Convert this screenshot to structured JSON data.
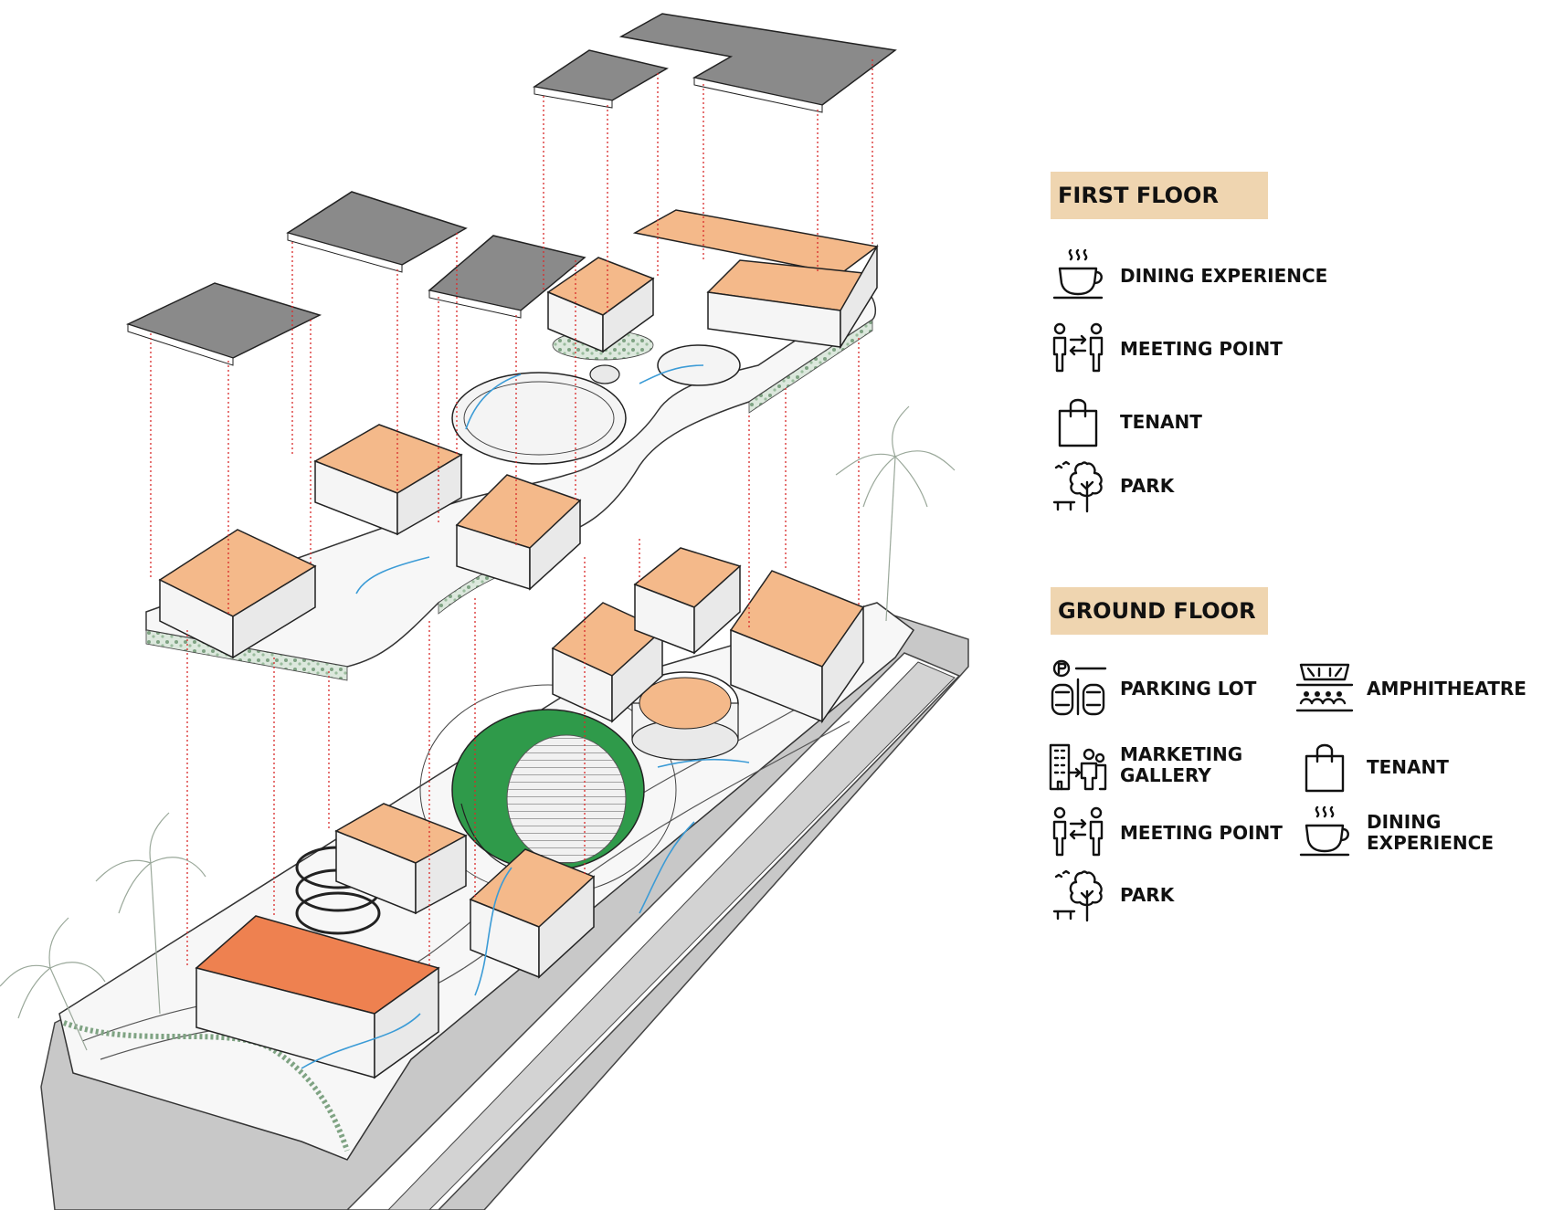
{
  "legend": {
    "first_floor": {
      "title": "FIRST FLOOR",
      "items": [
        {
          "label": "DINING EXPERIENCE",
          "icon": "coffee-cup-icon"
        },
        {
          "label": "MEETING POINT",
          "icon": "meeting-people-icon"
        },
        {
          "label": "TENANT",
          "icon": "shopping-bag-icon"
        },
        {
          "label": "PARK",
          "icon": "park-tree-bench-icon"
        }
      ]
    },
    "ground_floor": {
      "title": "GROUND FLOOR",
      "items": [
        {
          "label": "PARKING LOT",
          "icon": "parking-cars-icon"
        },
        {
          "label": "AMPHITHEATRE",
          "icon": "amphitheatre-icon"
        },
        {
          "label": "MARKETING\nGALLERY",
          "icon": "marketing-gallery-icon"
        },
        {
          "label": "TENANT",
          "icon": "shopping-bag-icon"
        },
        {
          "label": "MEETING POINT",
          "icon": "meeting-people-icon"
        },
        {
          "label": "DINING EXPERIENCE",
          "icon": "coffee-cup-icon"
        },
        {
          "label": "PARK",
          "icon": "park-tree-bench-icon"
        }
      ]
    }
  },
  "colors": {
    "roof": "#8a8a8a",
    "tenant_box": "#f4b98a",
    "tenant_box_dark": "#ee8150",
    "amphitheatre_green": "#2f9a4a",
    "greenery": "#7fa383",
    "projection_line": "#d92a2a",
    "flow_arrow": "#3b9bd6",
    "road": "#c8c8c8",
    "title_band": "#efd5b0"
  }
}
